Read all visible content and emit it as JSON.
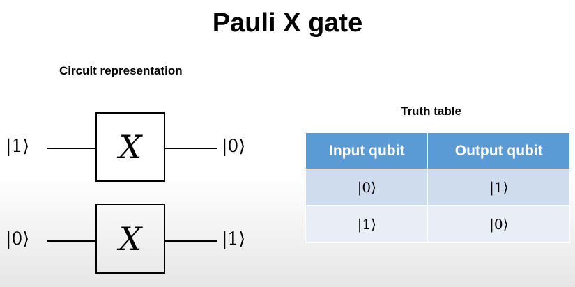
{
  "title": "Pauli X gate",
  "circuit": {
    "heading": "Circuit representation",
    "rows": [
      {
        "input": "|1⟩",
        "gate": "X",
        "output": "|0⟩"
      },
      {
        "input": "|0⟩",
        "gate": "X",
        "output": "|1⟩"
      }
    ]
  },
  "truth_table": {
    "heading": "Truth table",
    "headers": [
      "Input qubit",
      "Output qubit"
    ],
    "rows": [
      [
        "|0⟩",
        "|1⟩"
      ],
      [
        "|1⟩",
        "|0⟩"
      ]
    ],
    "colors": {
      "header": "#5b9bd5",
      "row_dark": "#cfdcee",
      "row_light": "#e8edf6"
    }
  }
}
